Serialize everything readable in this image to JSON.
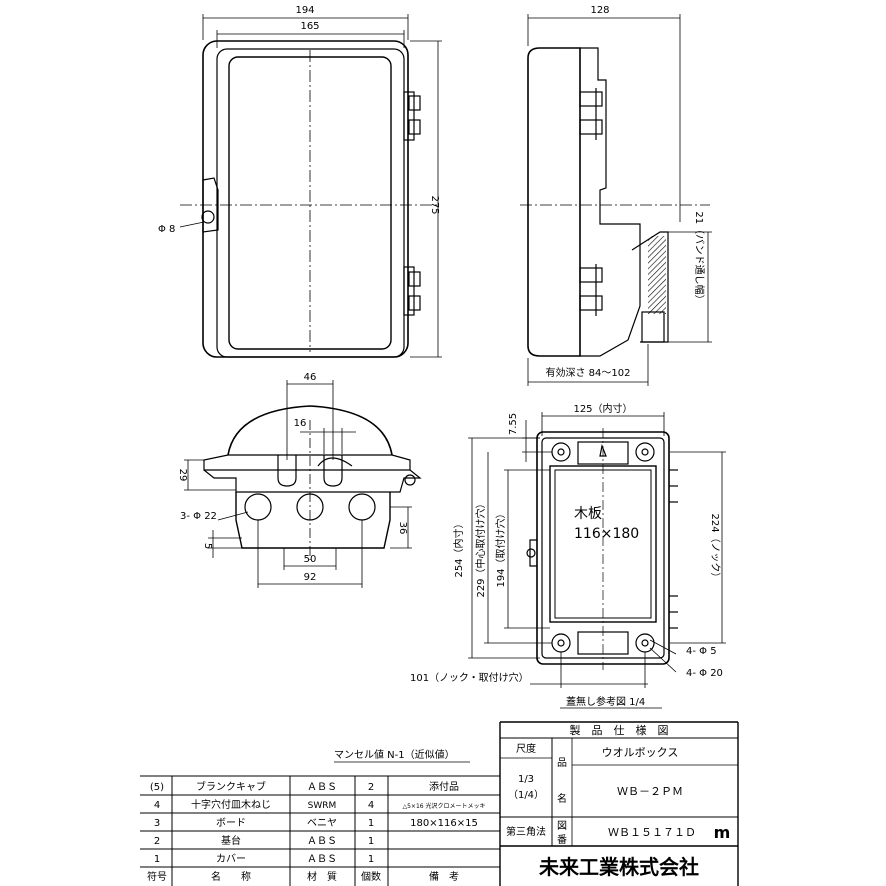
{
  "front_view": {
    "dim_width_outer": "194",
    "dim_width_inner": "165",
    "dim_height": "275",
    "dim_hole": "Φ 8"
  },
  "side_view": {
    "dim_depth": "128",
    "band_label": "21（バンド通し幅）",
    "effective_depth": "有効深さ 84～102"
  },
  "bottom_view": {
    "dim_46": "46",
    "dim_16": "16",
    "dim_29": "29",
    "holes": "3- Φ 22",
    "dim_5": "5",
    "dim_36": "36",
    "dim_50": "50",
    "dim_92": "92"
  },
  "rear_view": {
    "dim_755": "7.55",
    "inner_width": "125（内寸）",
    "board_label": "木板",
    "board_size": "116×180",
    "inner_height": "254（内寸）",
    "center_holes": "229（中心取付け穴）",
    "mount_holes": "194（取付け穴）",
    "knock": "224（ノック）",
    "holes_5": "4- Φ 5",
    "holes_20": "4- Φ 20",
    "knock_mount": "101（ノック・取付け穴）",
    "caption": "蓋無し参考図 1/4"
  },
  "munsell": "マンセル値 N-1（近似値）",
  "parts_table": {
    "header": [
      "符号",
      "名　　称",
      "材　質",
      "個数",
      "備　考"
    ],
    "rows": [
      {
        "no": "(5)",
        "name": "ブランクキャブ",
        "mat": "ＡＢＳ",
        "qty": "2",
        "note": "添付品"
      },
      {
        "no": "4",
        "name": "十字穴付皿木ねじ",
        "mat": "SWRM",
        "qty": "4",
        "note": "△5×16 光沢クロメートメッキ"
      },
      {
        "no": "3",
        "name": "ボード",
        "mat": "ベニヤ",
        "qty": "1",
        "note": "180×116×15"
      },
      {
        "no": "2",
        "name": "基台",
        "mat": "ＡＢＳ",
        "qty": "1",
        "note": ""
      },
      {
        "no": "1",
        "name": "カバー",
        "mat": "ＡＢＳ",
        "qty": "1",
        "note": ""
      }
    ]
  },
  "spec": {
    "title": "製　品　仕　様　図",
    "scale_label": "尺度",
    "scale_value_1": "1/3",
    "scale_value_2": "（1/4）",
    "hin": "品",
    "mei": "名",
    "product_name": "ウオルボックス",
    "product_code": "ＷＢ－２ＰＭ",
    "angle": "第三角法",
    "zu": "図",
    "ban": "番",
    "drawing_no": "ＷＢ１５１７１Ｄ",
    "company": "未来工業株式会社",
    "logo": "m"
  }
}
